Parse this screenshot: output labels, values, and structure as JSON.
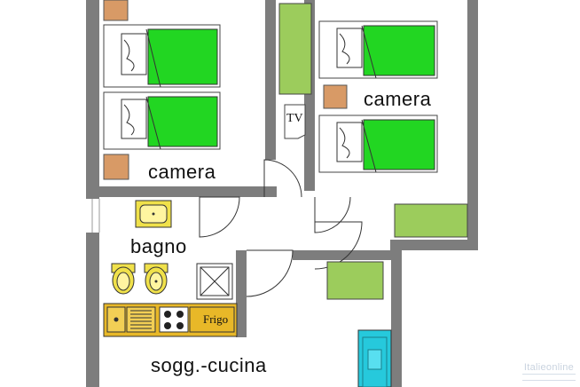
{
  "rooms": {
    "bedroom_left": "camera",
    "bedroom_right": "camera",
    "bathroom": "bagno",
    "living_kitchen": "sogg.-cucina"
  },
  "fixtures": {
    "tv": "TV",
    "fridge": "Frigo"
  },
  "watermark": "Italieonline",
  "colors": {
    "wall": "#7d7d7d",
    "mattress": "#22d622",
    "green_furniture": "#9ccc5c",
    "nightstand": "#d89a66",
    "bathroom_fixture": "#f0e14a",
    "kitchen": "#e8b828",
    "bathtub": "#26c9dc"
  }
}
